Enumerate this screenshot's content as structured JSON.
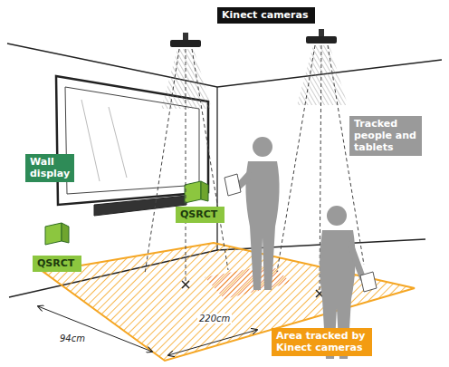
{
  "diagram": {
    "nodes": [
      {
        "text": [
          "Kinect cameras"
        ]
      },
      {
        "text": [
          "Tracked people and tablets"
        ]
      },
      {
        "text": [
          "Wall display"
        ]
      },
      {
        "text": [
          "QSRCT"
        ]
      },
      {
        "text": [
          "QSRCT"
        ]
      },
      {
        "text": [
          "Area tracked by Kinect cameras"
        ]
      }
    ],
    "labels": [
      "94cm",
      "220cm"
    ]
  }
}
